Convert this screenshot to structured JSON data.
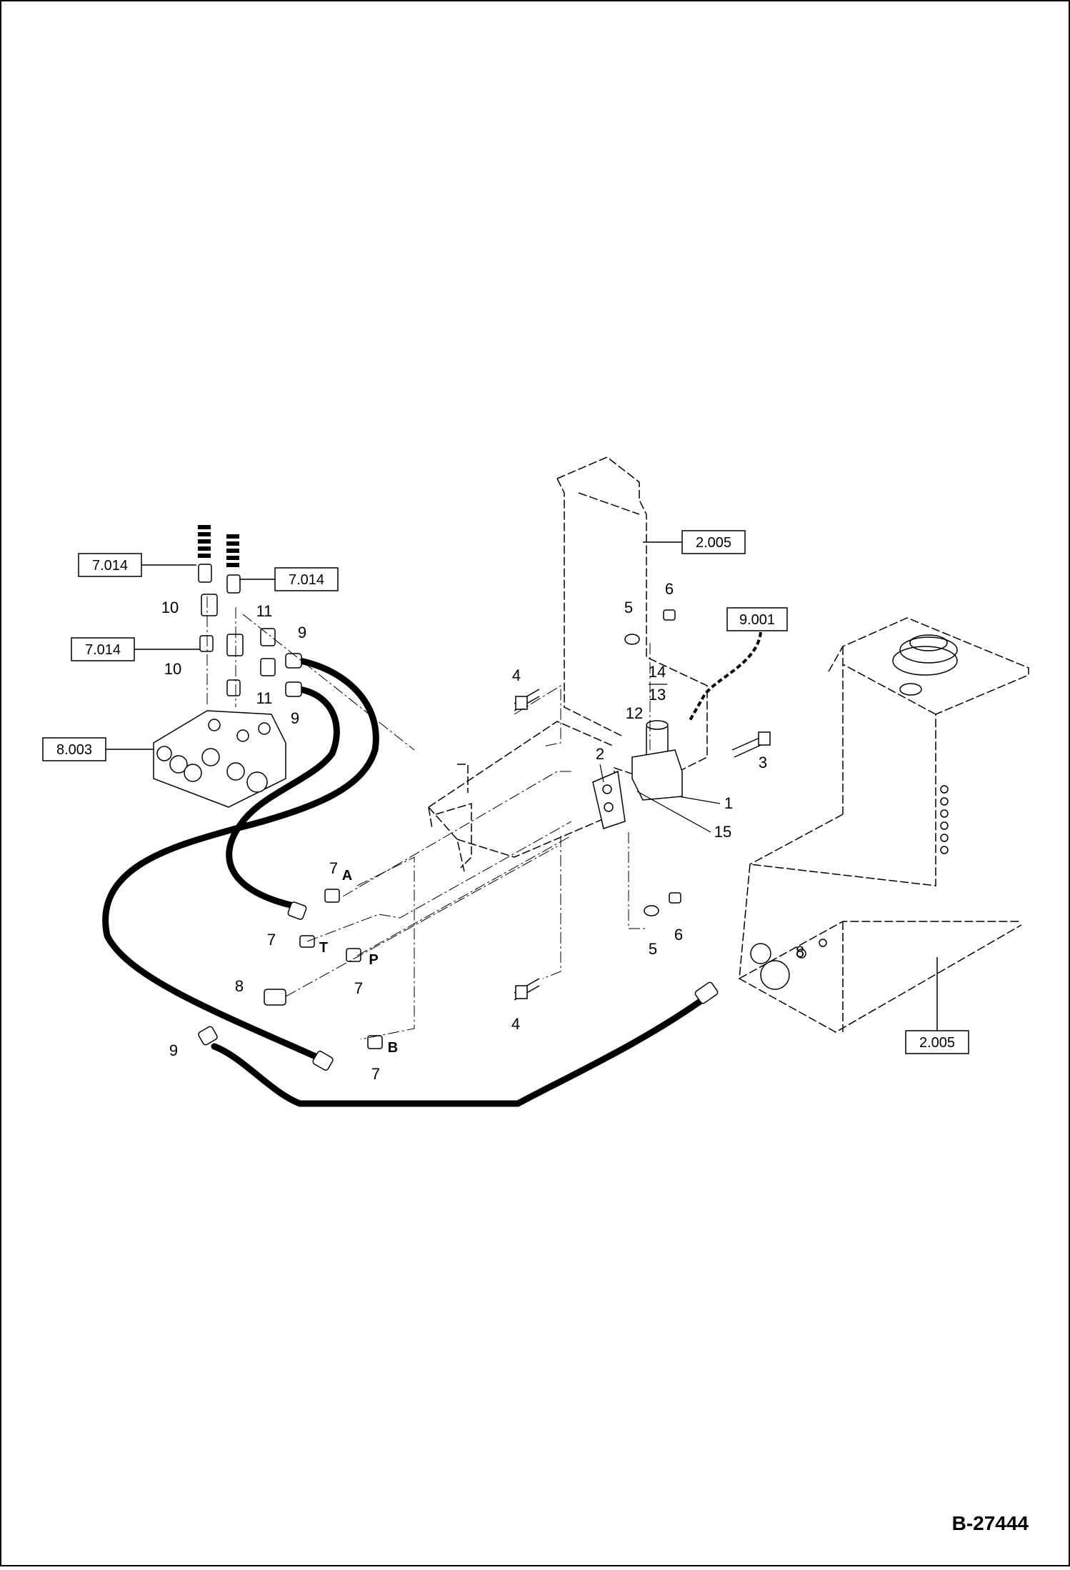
{
  "document_id": "B-27444",
  "reference_boxes": {
    "ref_7014_a": "7.014",
    "ref_7014_b": "7.014",
    "ref_7014_c": "7.014",
    "ref_8003": "8.003",
    "ref_2005_top": "2.005",
    "ref_2005_bottom": "2.005",
    "ref_9001": "9.001"
  },
  "callouts": {
    "c1": "1",
    "c2": "2",
    "c3": "3",
    "c4a": "4",
    "c4b": "4",
    "c5a": "5",
    "c5b": "5",
    "c6a": "6",
    "c6b": "6",
    "c7a": "7",
    "c7t": "7",
    "c7p": "7",
    "c7b": "7",
    "c8a": "8",
    "c8b": "8",
    "c9a": "9",
    "c9b": "9",
    "c9c": "9",
    "c10a": "10",
    "c10b": "10",
    "c11a": "11",
    "c11b": "11",
    "c12": "12",
    "c13": "13",
    "c14": "14",
    "c15": "15"
  },
  "ports": {
    "a": "A",
    "t": "T",
    "p": "P",
    "b": "B"
  }
}
